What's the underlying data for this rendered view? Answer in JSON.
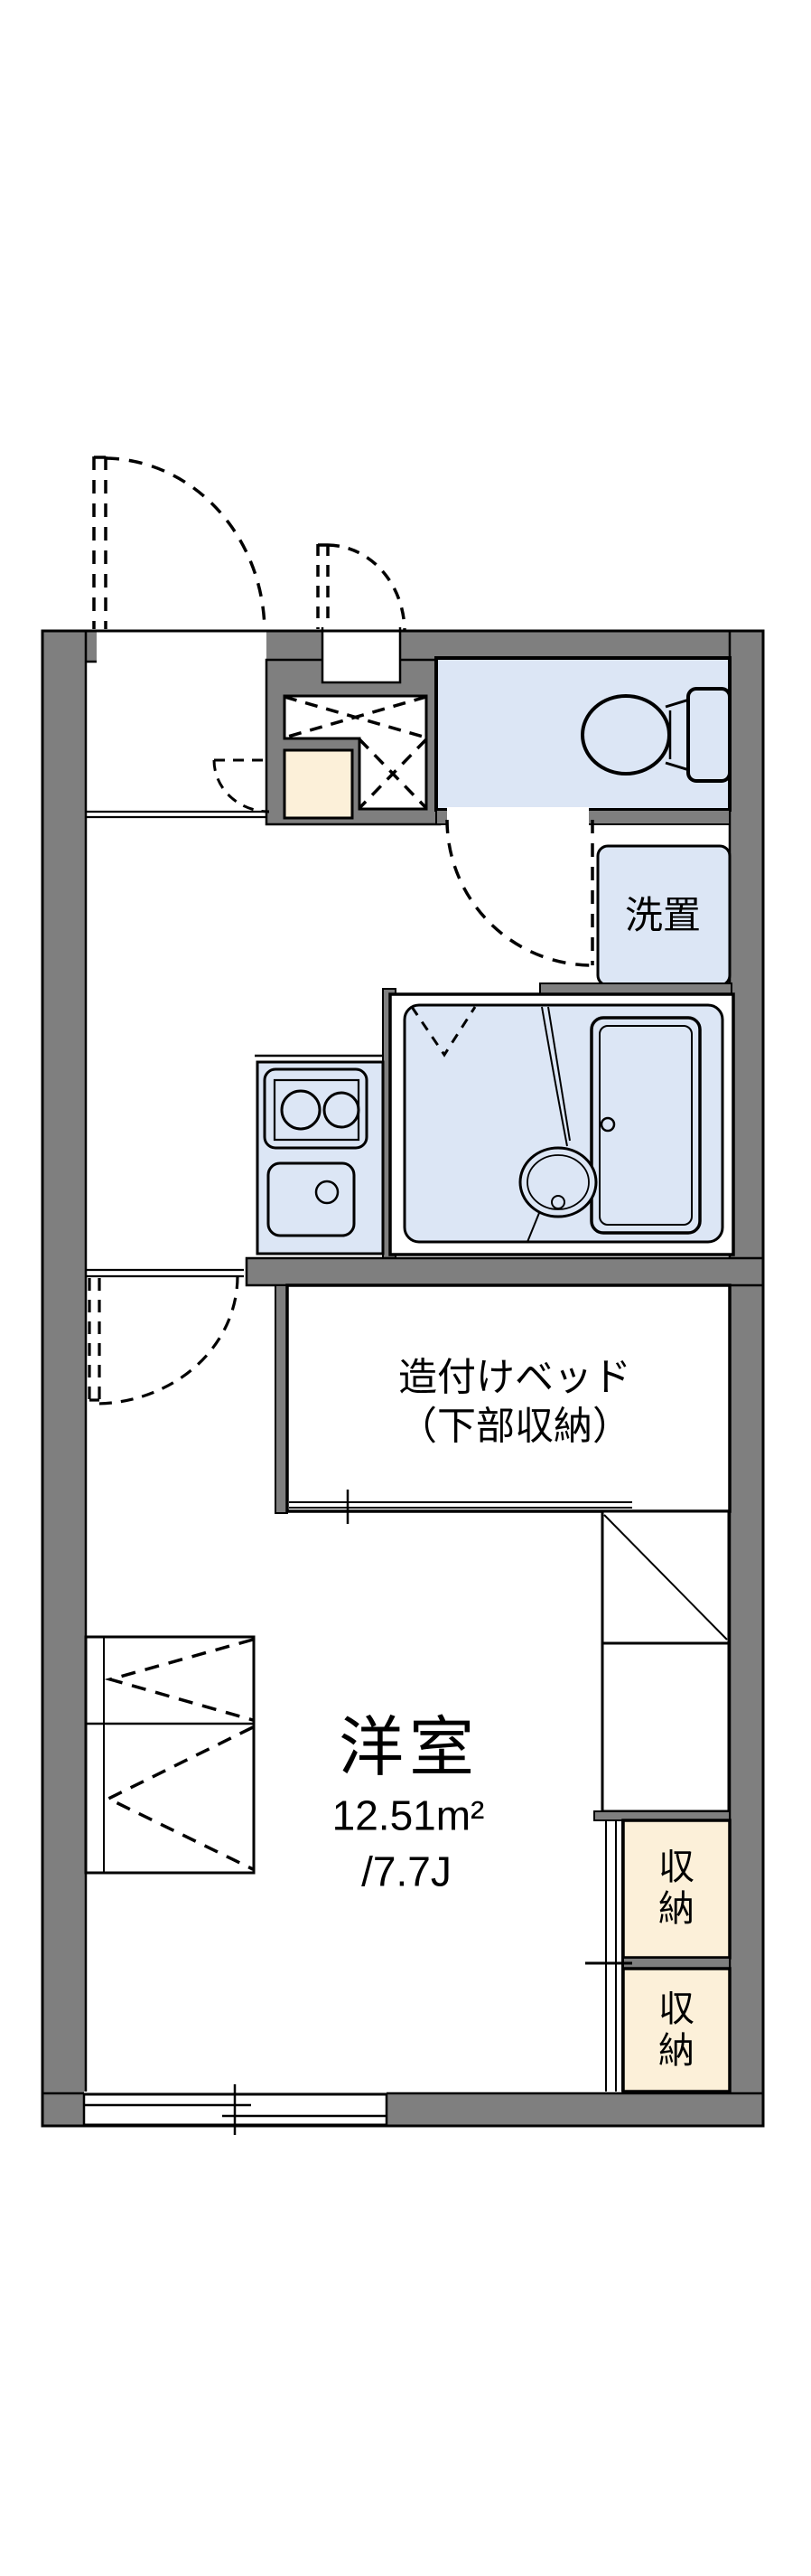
{
  "floorplan": {
    "labels": {
      "washer_space": "洗置",
      "bed_line1": "造付けベッド",
      "bed_line2": "（下部収納）",
      "room_name": "洋室",
      "room_area_m2": "12.51m²",
      "room_area_tatami": "/7.7J",
      "storage_upper": "収納",
      "storage_lower": "収納"
    },
    "icons": [
      "toilet-icon",
      "bathtub-icon",
      "washbasin-icon",
      "stove-burners-icon",
      "kitchen-sink-icon",
      "door-swing-arc-icon",
      "sliding-window-icon",
      "closet-cross-icon"
    ],
    "colors": {
      "wall": "#7f7f7f",
      "wet": "#dce6f5",
      "storage": "#fcf0d9",
      "line": "#000000"
    }
  }
}
